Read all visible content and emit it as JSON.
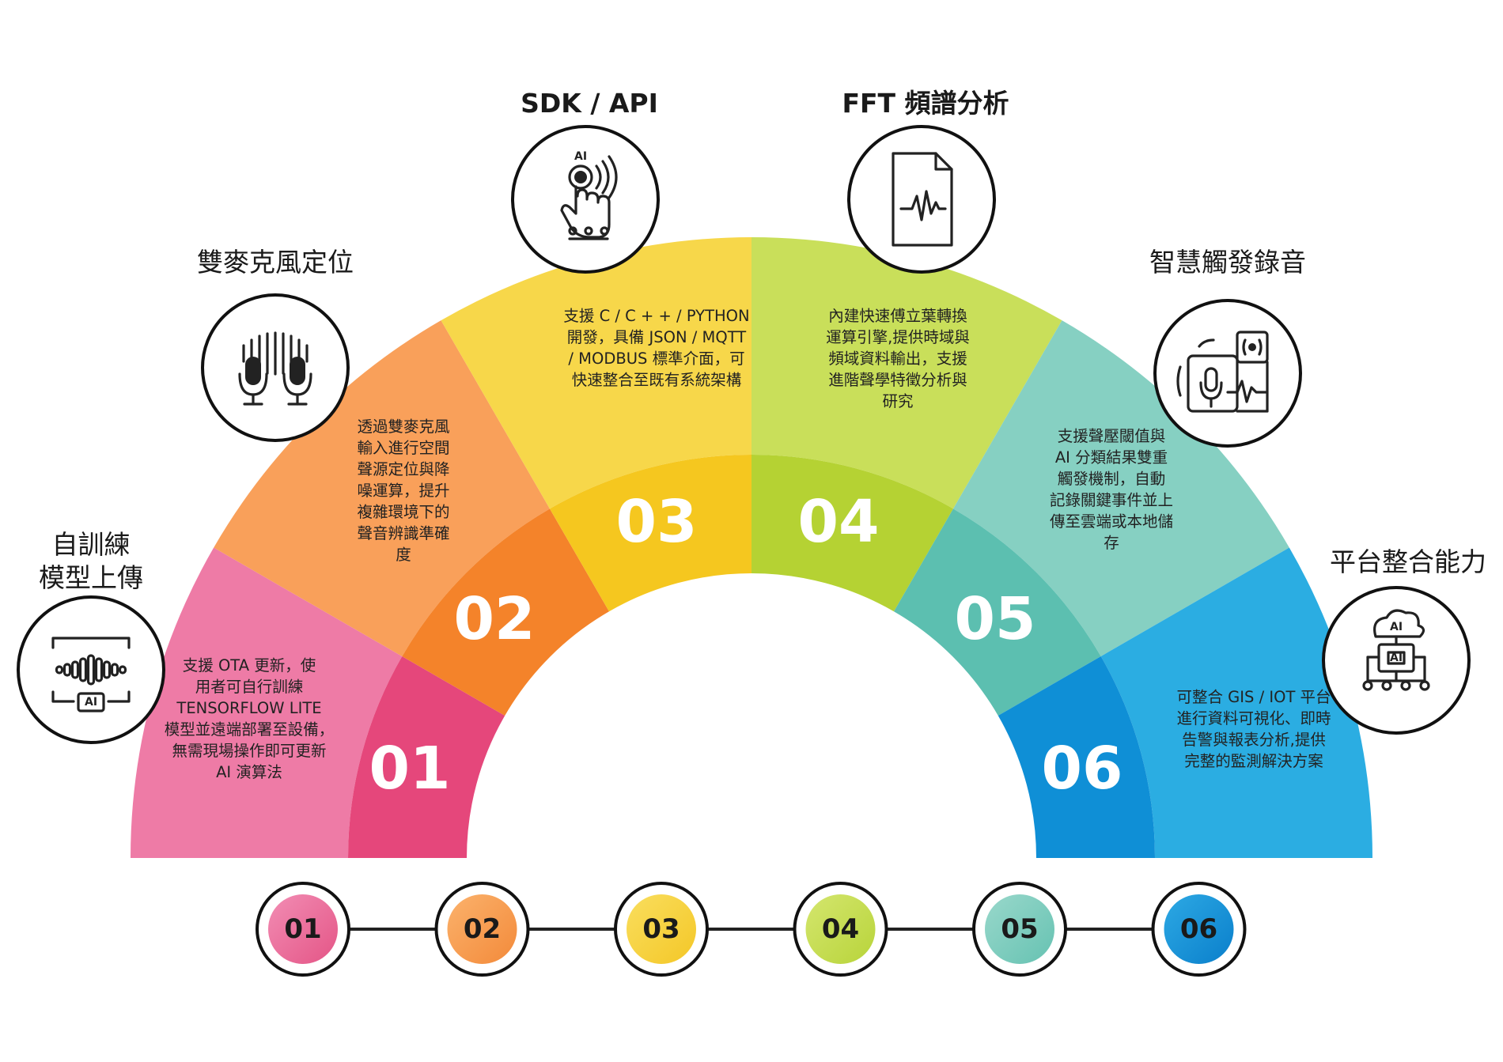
{
  "segments": [
    {
      "num": "01",
      "color_outer": "#EE7BA6",
      "color_inner": "#E5477B",
      "title_lines": [
        "自訓練",
        "模型上傳"
      ],
      "title_bold": false,
      "icon": "ai-waveform-icon",
      "body_lines": [
        "支援 OTA 更新，使",
        "用者可自行訓練",
        "TENSORFLOW LITE",
        "模型並遠端部署至設備，",
        "無需現場操作即可更新",
        "AI 演算法"
      ]
    },
    {
      "num": "02",
      "color_outer": "#F9A05A",
      "color_inner": "#F4832A",
      "title_lines": [
        "雙麥克風定位"
      ],
      "title_bold": false,
      "icon": "dual-microphone-icon",
      "body_lines": [
        "透過雙麥克風",
        "輸入進行空間",
        "聲源定位與降",
        "噪運算，提升",
        "複雜環境下的",
        "聲音辨識準確",
        "度"
      ]
    },
    {
      "num": "03",
      "color_outer": "#F7D74A",
      "color_inner": "#F5C71F",
      "title_lines": [
        "SDK / API"
      ],
      "title_bold": true,
      "icon": "touch-interface-icon",
      "body_lines": [
        "支援 C / C + + / PYTHON",
        "開發，具備 JSON / MQTT",
        "/ MODBUS 標準介面，可",
        "快速整合至既有系統架構"
      ]
    },
    {
      "num": "04",
      "color_outer": "#C9DF5A",
      "color_inner": "#B5D233",
      "title_lines": [
        "FFT 頻譜分析"
      ],
      "title_bold": true,
      "icon": "spectrum-document-icon",
      "body_lines": [
        "內建快速傅立葉轉換",
        "運算引擎,提供時域與",
        "頻域資料輸出，支援",
        "進階聲學特徵分析與",
        "研究"
      ]
    },
    {
      "num": "05",
      "color_outer": "#86D0C2",
      "color_inner": "#5CBFB0",
      "title_lines": [
        "智慧觸發錄音"
      ],
      "title_bold": false,
      "icon": "trigger-recording-icon",
      "body_lines": [
        "支援聲壓閾值與",
        "AI 分類結果雙重",
        "觸發機制，自動",
        "記錄關鍵事件並上",
        "傳至雲端或本地儲",
        "存"
      ]
    },
    {
      "num": "06",
      "color_outer": "#2BADE2",
      "color_inner": "#0F8FD6",
      "title_lines": [
        "平台整合能力"
      ],
      "title_bold": false,
      "icon": "ai-cloud-platform-icon",
      "body_lines": [
        "可整合 GIS / IOT 平台",
        "進行資料可視化、即時",
        "告警與報表分析,提供",
        "完整的監測解決方案"
      ]
    }
  ],
  "steps": [
    {
      "num": "01",
      "c1": "#F28DB4",
      "c2": "#E45586"
    },
    {
      "num": "02",
      "c1": "#FBB26C",
      "c2": "#F38A3A"
    },
    {
      "num": "03",
      "c1": "#F9DE5E",
      "c2": "#F4C727"
    },
    {
      "num": "04",
      "c1": "#D4E66E",
      "c2": "#B8D43A"
    },
    {
      "num": "05",
      "c1": "#99D8CB",
      "c2": "#66C2B2"
    },
    {
      "num": "06",
      "c1": "#2DA9E4",
      "c2": "#0A7FCB"
    }
  ],
  "icon_labels": {
    "ai": "AI"
  }
}
